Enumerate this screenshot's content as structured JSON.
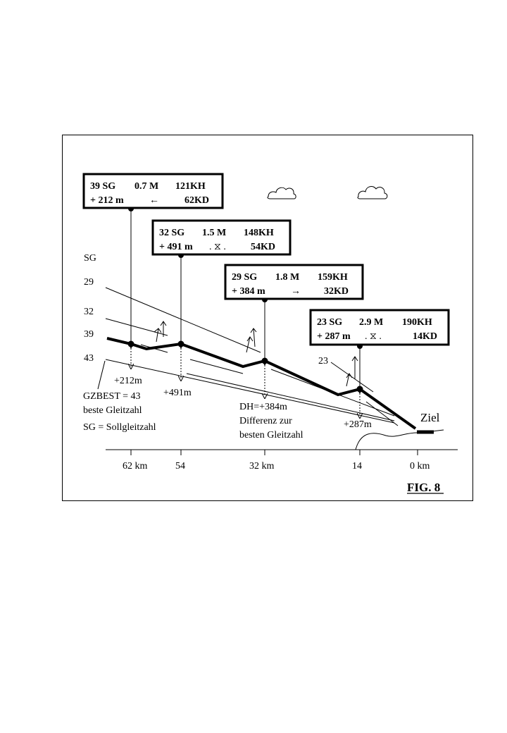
{
  "figure_label": "FIG. 8",
  "destination_label": "Ziel",
  "sg_axis": {
    "title": "SG",
    "ticks": [
      "29",
      "32",
      "39",
      "43"
    ]
  },
  "legend": {
    "gzbest": "GZBEST = 43",
    "gzbest_desc": "beste Gleitzahl",
    "sg_def": "SG = Sollgleitzahl"
  },
  "dh_annotation": [
    "DH=+384m",
    "Differenz zur",
    "besten Gleitzahl"
  ],
  "distance_labels": [
    "62 km",
    "54",
    "32 km",
    "14",
    "0 km"
  ],
  "line_labels": {
    "sg23": "23"
  },
  "height_diffs": [
    "+212m",
    "+491m",
    "+287m"
  ],
  "boxes": [
    {
      "line1": {
        "sg": "39 SG",
        "m": "0.7 M",
        "kh": "121KH"
      },
      "line2": {
        "h": "+  212 m",
        "sym": "←",
        "kd": "62KD"
      }
    },
    {
      "line1": {
        "sg": "32 SG",
        "m": "1.5 M",
        "kh": "148KH"
      },
      "line2": {
        "h": "+  491 m",
        "sym": ".  ⧖  .",
        "kd": "54KD"
      }
    },
    {
      "line1": {
        "sg": "29 SG",
        "m": "1.8 M",
        "kh": "159KH"
      },
      "line2": {
        "h": "+  384 m",
        "sym": "→",
        "kd": "32KD"
      }
    },
    {
      "line1": {
        "sg": "23 SG",
        "m": "2.9 M",
        "kh": "190KH"
      },
      "line2": {
        "h": "+  287 m",
        "sym": ".  ⧖  .",
        "kd": "14KD"
      }
    }
  ]
}
